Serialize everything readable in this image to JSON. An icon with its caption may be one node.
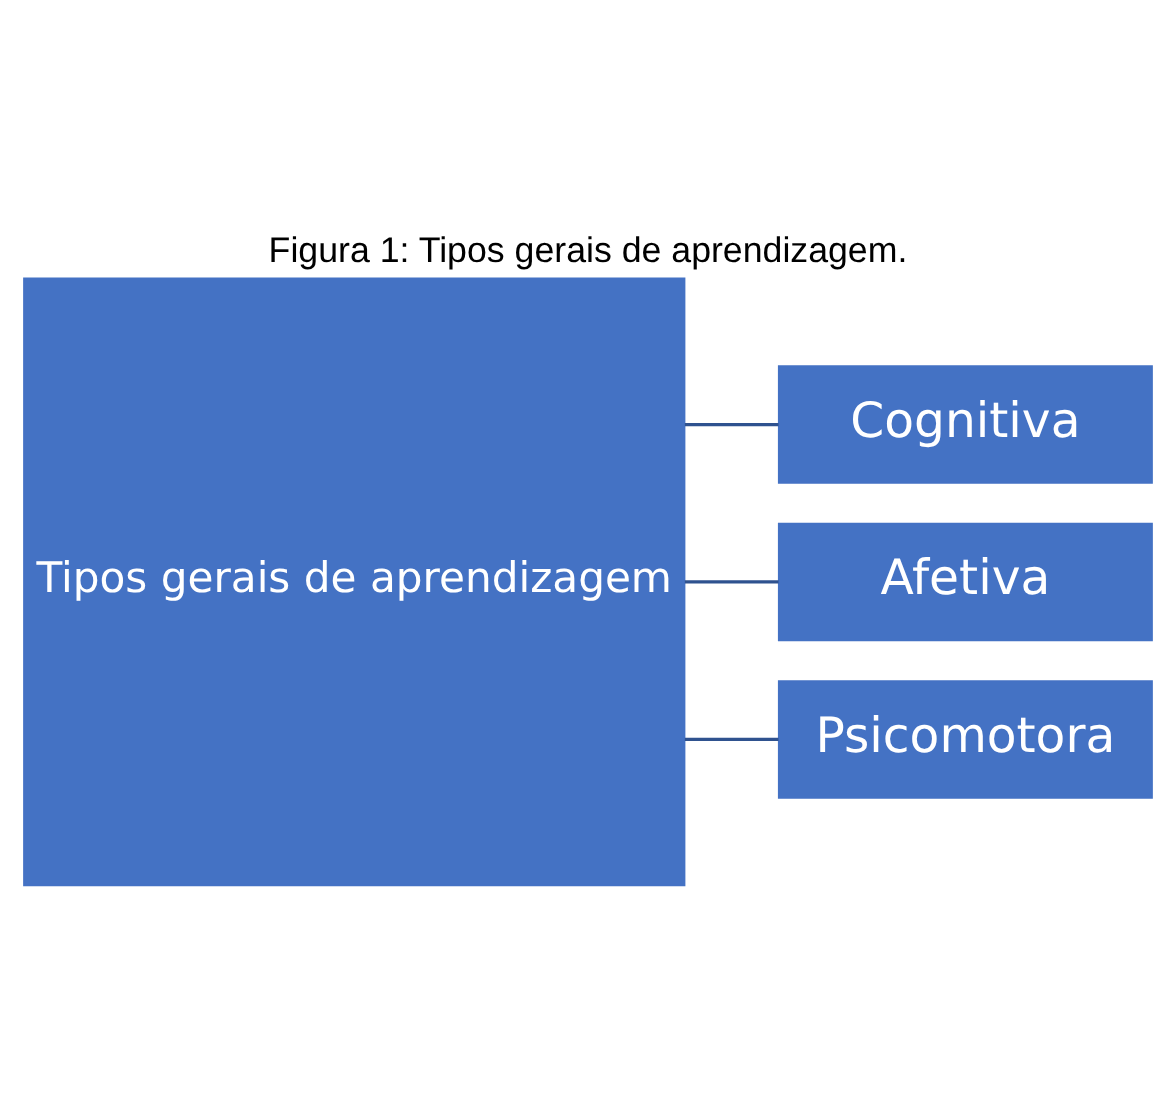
{
  "diagram": {
    "title": "Figura 1: Tipos gerais de aprendizagem.",
    "nodes": [
      {
        "text": [
          "Tipos gerais de aprendizagem"
        ]
      },
      {
        "text": [
          "Cognitiva"
        ]
      },
      {
        "text": [
          "Afetiva"
        ]
      },
      {
        "text": [
          "Psicomotora"
        ]
      }
    ],
    "edges": [
      {
        "from": 0,
        "to": 1,
        "arrow": "none"
      },
      {
        "from": 0,
        "to": 2,
        "arrow": "none"
      },
      {
        "from": 0,
        "to": 3,
        "arrow": "none"
      }
    ]
  }
}
